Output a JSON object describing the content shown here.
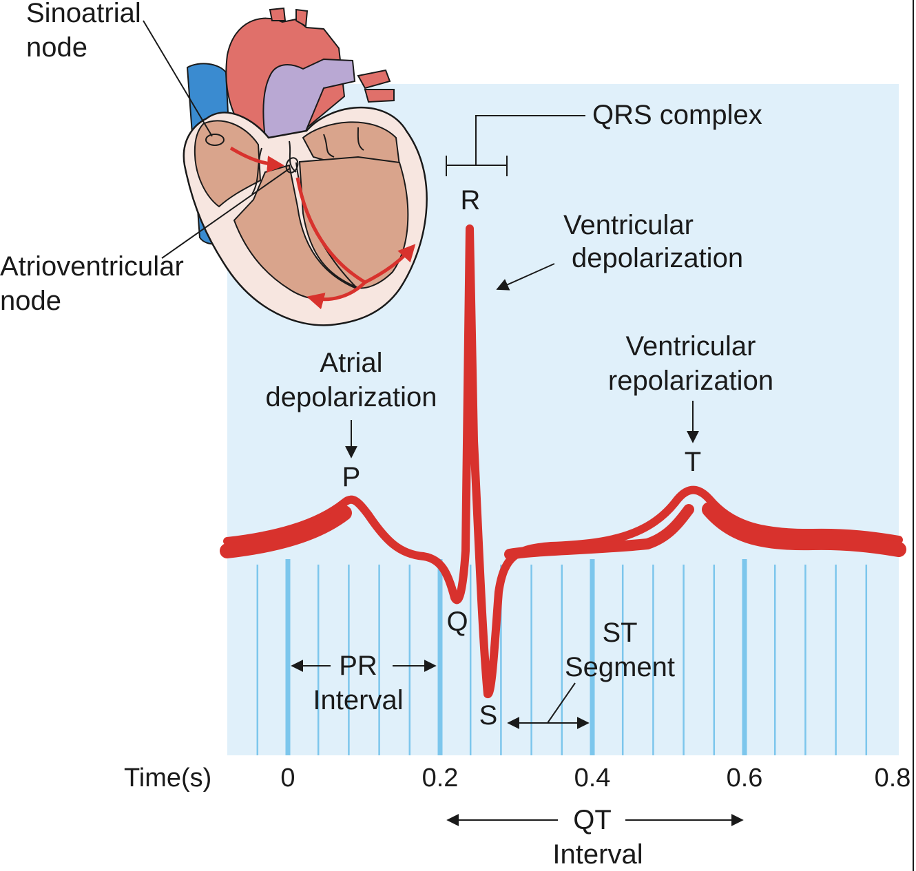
{
  "labels": {
    "sinoatrial_line1": "Sinoatrial",
    "sinoatrial_line2": "node",
    "av_line1": "Atrioventricular",
    "av_line2": "node",
    "qrs": "QRS complex",
    "vent_depol_line1": "Ventricular",
    "vent_depol_line2": "depolarization",
    "atrial_depol_line1": "Atrial",
    "atrial_depol_line2": "depolarization",
    "vent_repol_line1": "Ventricular",
    "vent_repol_line2": "repolarization",
    "pr_line1": "PR",
    "pr_line2": "Interval",
    "st_line1": "ST",
    "st_line2": "Segment",
    "qt_line1": "QT",
    "qt_line2": "Interval",
    "time_axis": "Time(s)"
  },
  "waves": {
    "p": "P",
    "q": "Q",
    "r": "R",
    "s": "S",
    "t": "T"
  },
  "ticks": [
    "0",
    "0.2",
    "0.4",
    "0.6",
    "0.8"
  ],
  "colors": {
    "panel_bg": "#e0f0fa",
    "grid_line": "#7cc6ec",
    "ecg_trace": "#d8322d",
    "heart_muscle": "#d9a48c",
    "heart_lining": "#f7e6e0",
    "aorta": "#e0706a",
    "pulmonary": "#b9a8d3",
    "vena_cava": "#3a8bd0",
    "conduction": "#d8322d"
  }
}
